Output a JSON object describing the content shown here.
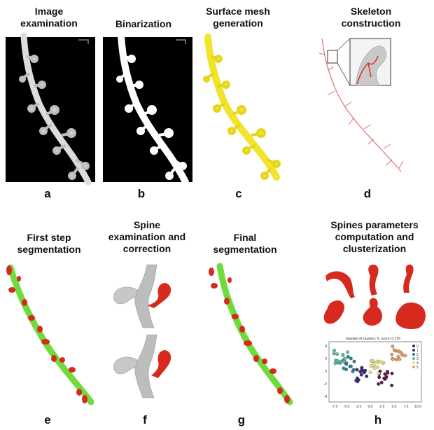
{
  "panels": [
    {
      "id": "a",
      "title": "Image\nexamination",
      "letter": "a"
    },
    {
      "id": "b",
      "title": "Binarization",
      "letter": "b"
    },
    {
      "id": "c",
      "title": "Surface mesh\ngeneration",
      "letter": "c"
    },
    {
      "id": "d",
      "title": "Skeleton\nconstruction",
      "letter": "d"
    },
    {
      "id": "e",
      "title": "First step\nsegmentation",
      "letter": "e"
    },
    {
      "id": "f",
      "title": "Spine\nexamination and\ncorrection",
      "letter": "f"
    },
    {
      "id": "g",
      "title": "Final\nsegmentation",
      "letter": "g"
    },
    {
      "id": "h",
      "title": "Spines parameters\ncomputation and\nclusterization",
      "letter": "h"
    }
  ],
  "scatter": {
    "title": "Number of clusters: 6, score: 0.176",
    "x_ticks": [
      "-7.5",
      "-5.0",
      "-2.5",
      "0.0",
      "2.5",
      "5.0",
      "7.5",
      "10.0"
    ],
    "y_ticks": [
      "4",
      "2",
      "0",
      "-2",
      "-4"
    ],
    "legend": [
      "0",
      "1",
      "2",
      "3",
      "4",
      "5"
    ]
  },
  "colors": {
    "red": "#d62a1e",
    "green": "#6fdc3c",
    "yellow": "#f2e42a",
    "gray": "#b9b9b9"
  }
}
